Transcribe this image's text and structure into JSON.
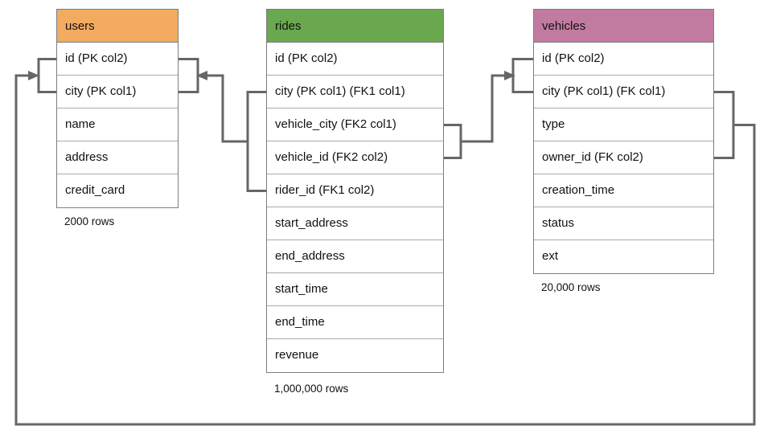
{
  "diagram": {
    "background_color": "#ffffff",
    "connector_color": "#666666",
    "table_border_color": "#7d7d7d"
  },
  "tables": {
    "users": {
      "title": "users",
      "header_color": "#f2ab60",
      "columns": [
        "id (PK col2)",
        "city (PK col1)",
        "name",
        "address",
        "credit_card"
      ],
      "row_count": "2000 rows"
    },
    "rides": {
      "title": "rides",
      "header_color": "#6aa84f",
      "columns": [
        "id (PK col2)",
        "city (PK col1) (FK1 col1)",
        "vehicle_city (FK2 col1)",
        "vehicle_id (FK2 col2)",
        "rider_id (FK1 col2)",
        "start_address",
        "end_address",
        "start_time",
        "end_time",
        "revenue"
      ],
      "row_count": "1,000,000 rows"
    },
    "vehicles": {
      "title": "vehicles",
      "header_color": "#c27ba0",
      "columns": [
        "id (PK col2)",
        "city (PK col1) (FK col1)",
        "type",
        "owner_id (FK col2)",
        "creation_time",
        "status",
        "ext"
      ],
      "row_count": "20,000 rows"
    }
  },
  "relationships": [
    {
      "id": "fk1",
      "from_table": "rides",
      "from_columns": [
        "city (FK1 col1)",
        "rider_id (FK1 col2)"
      ],
      "to_table": "users",
      "to_columns": [
        "city (PK col1)",
        "id (PK col2)"
      ]
    },
    {
      "id": "fk2",
      "from_table": "rides",
      "from_columns": [
        "vehicle_city (FK2 col1)",
        "vehicle_id (FK2 col2)"
      ],
      "to_table": "vehicles",
      "to_columns": [
        "city (PK col1)",
        "id (PK col2)"
      ]
    },
    {
      "id": "fk",
      "from_table": "vehicles",
      "from_columns": [
        "city (FK col1)",
        "owner_id (FK col2)"
      ],
      "to_table": "users",
      "to_columns": [
        "city (PK col1)",
        "id (PK col2)"
      ]
    }
  ]
}
